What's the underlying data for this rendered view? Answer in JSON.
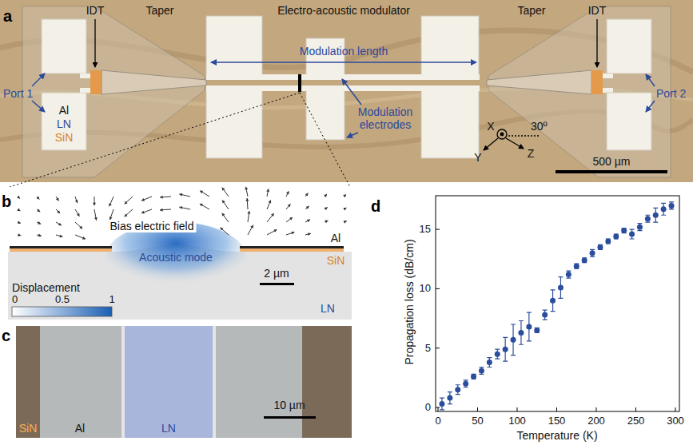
{
  "diagram": {
    "labels": [
      "a",
      "IDT",
      "Taper",
      "Electro-acoustic modulator",
      "Taper",
      "IDT",
      "Modulation length",
      "Port 1",
      "Al",
      "LN",
      "SiN",
      "Port 2",
      "Modulation electrodes",
      "X",
      "30º",
      "Y",
      "Z",
      "500 µm",
      "b",
      "Bias electric field",
      "Al",
      "SiN",
      "Acoustic mode",
      "Displacement",
      "0",
      "0.5",
      "1",
      "2 µm",
      "LN",
      "c",
      "SiN",
      "Al",
      "LN",
      "10 µm",
      "d",
      "Propagation loss (dB/cm)",
      "0",
      "5",
      "10",
      "15",
      "0",
      "50",
      "100",
      "150",
      "200",
      "250",
      "300",
      "Temperature (K)"
    ]
  }
}
